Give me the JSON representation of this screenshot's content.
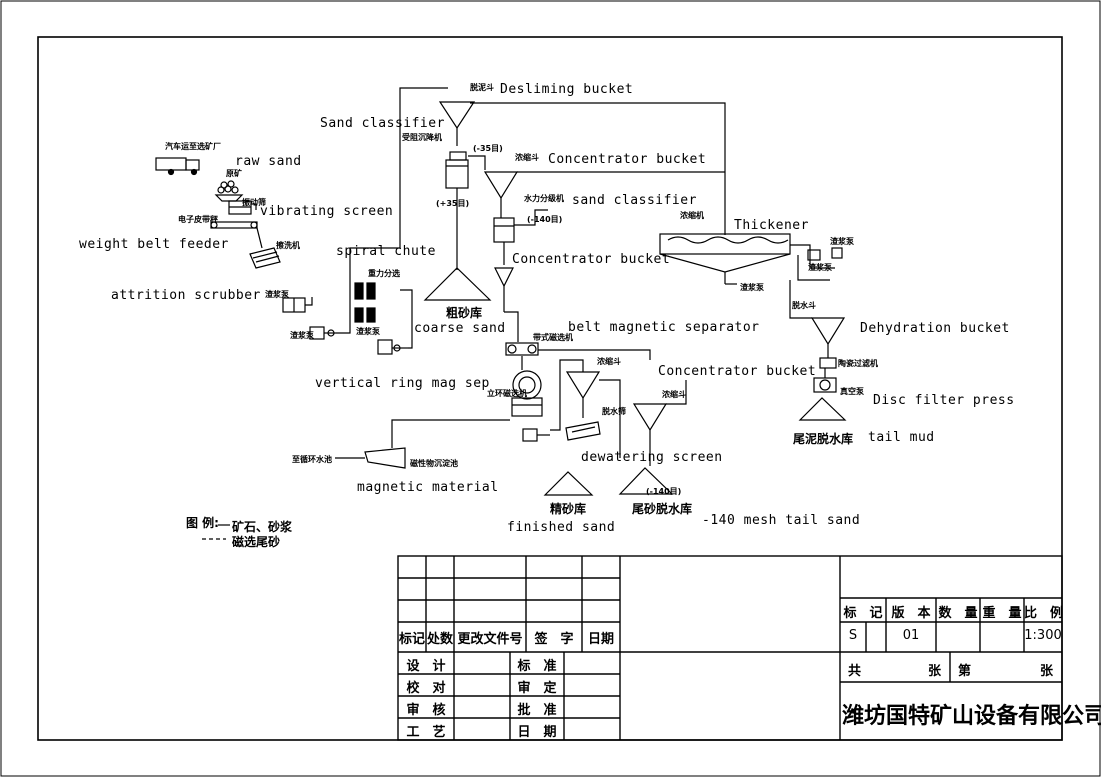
{
  "labels_en": {
    "desliming_bucket": "Desliming bucket",
    "sand_classifier_top": "Sand classifier",
    "raw_sand": "raw sand",
    "concentrator_bucket_1": "Concentrator bucket",
    "sand_classifier": "sand classifier",
    "vibrating_screen": "vibrating screen",
    "thickener": "Thickener",
    "weight_belt_feeder": "weight belt feeder",
    "spiral_chute": "spiral chute",
    "concentrator_bucket_2": "Concentrator bucket",
    "attrition_scrubber": "attrition scrubber",
    "coarse_sand": "coarse sand",
    "belt_magnetic_separator": "belt magnetic separator",
    "dehydration_bucket": "Dehydration bucket",
    "concentrator_bucket_3": "Concentrator bucket",
    "vertical_ring_mag_sep": "vertical ring mag sep",
    "disc_filter_press": "Disc filter press",
    "tail_mud": "tail mud",
    "dewatering_screen": "dewatering screen",
    "magnetic_material": "magnetic material",
    "finished_sand": "finished sand",
    "mesh_tail_sand": "-140 mesh tail sand"
  },
  "labels_cn": {
    "truck": "汽车运至选矿厂",
    "raw_ore": "原矿",
    "desliming_bucket": "脱泥斗",
    "hindered_settler": "受阻沉降机",
    "minus35": "(-35目)",
    "concentrator_bucket": "浓缩斗",
    "plus35": "(+35目)",
    "hydro_classifier": "水力分级机",
    "minus140": "(-140目)",
    "belt_scale": "电子皮带秤",
    "vibrating_screen": "振动筛",
    "thickener_box": "浓缩机",
    "gravity_sep": "重力分选",
    "scrubber": "擦洗机",
    "slurry_pump_1": "渣浆泵",
    "slurry_pump_2": "渣浆泵",
    "slurry_pump_3": "渣浆泵",
    "coarse_sand_store": "粗砂库",
    "belt_mag": "带式磁选机",
    "ring_mag": "立环磁选机",
    "concentrator_bucket_2": "浓缩斗",
    "dewatering_screen": "脱水筛",
    "concentrator_bucket_3": "浓缩斗",
    "dehydration_bucket": "脱水斗",
    "filter_press": "陶瓷过滤机",
    "vacuum_pump": "真空泵",
    "recycle_pool": "至循环水池",
    "magnetic_pool": "磁性物沉淀池",
    "finished_sand_store": "精砂库",
    "minus140_b": "(-140目)",
    "tail_sand_store": "尾砂脱水库",
    "tail_mud_store": "尾泥脱水库",
    "pump_1": "渣浆泵",
    "pump_2": "渣浆泵",
    "pump_3": "渣浆泵"
  },
  "legend": {
    "title": "图 例:",
    "solid": "矿石、砂浆",
    "dashed": "磁选尾砂"
  },
  "title_block": {
    "revision_headers": [
      "标记",
      "处数",
      "更改文件号",
      "签　字",
      "日期"
    ],
    "roles_left": [
      "设　计",
      "校　对",
      "审　核",
      "工　艺"
    ],
    "roles_right": [
      "标　准",
      "审　定",
      "批　准",
      "日　期"
    ],
    "spec_headers": [
      "标　记",
      "版　本",
      "数　量",
      "重　量",
      "比　例"
    ],
    "spec_values": [
      "S",
      "01",
      "",
      "",
      "1:300"
    ],
    "sheet_total": "共",
    "sheet_unit_1": "张",
    "sheet_no": "第",
    "sheet_unit_2": "张",
    "company": "潍坊国特矿山设备有限公司"
  }
}
